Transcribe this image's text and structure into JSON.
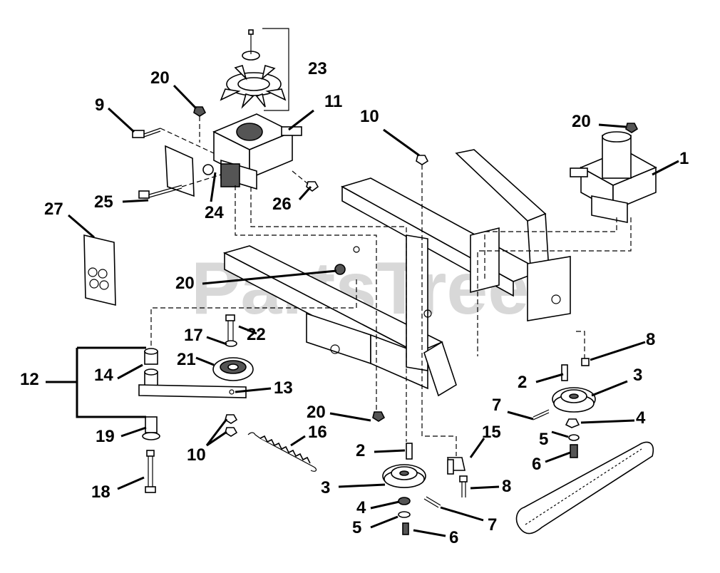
{
  "watermark": "PartsTree",
  "labels": {
    "l1": "1",
    "l2a": "2",
    "l2b": "2",
    "l3a": "3",
    "l3b": "3",
    "l4a": "4",
    "l4b": "4",
    "l5a": "5",
    "l5b": "5",
    "l6a": "6",
    "l6b": "6",
    "l7a": "7",
    "l7b": "7",
    "l8a": "8",
    "l8b": "8",
    "l9": "9",
    "l10a": "10",
    "l10b": "10",
    "l11": "11",
    "l12": "12",
    "l13": "13",
    "l14": "14",
    "l15": "15",
    "l16": "16",
    "l17": "17",
    "l18": "18",
    "l19": "19",
    "l20a": "20",
    "l20b": "20",
    "l20c": "20",
    "l20d": "20",
    "l21": "21",
    "l22": "22",
    "l23": "23",
    "l24": "24",
    "l25": "25",
    "l26": "26",
    "l27": "27"
  }
}
